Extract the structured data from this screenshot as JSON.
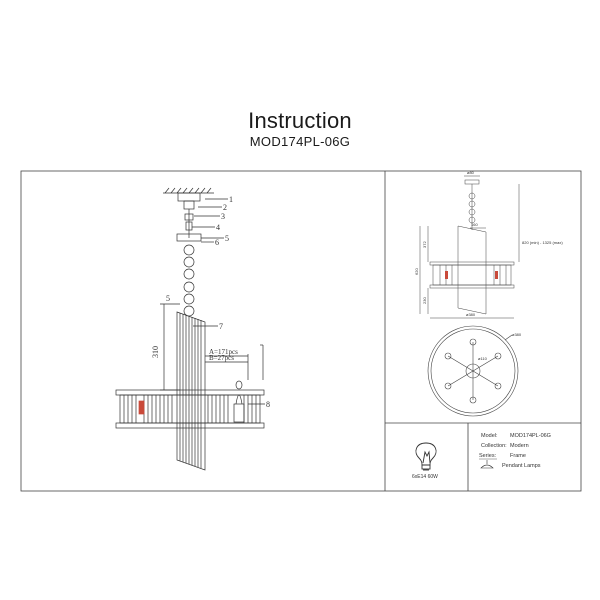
{
  "header": {
    "title": "Instruction",
    "model_code": "MOD174PL-06G"
  },
  "main_drawing": {
    "part_callouts": [
      "1",
      "2",
      "3",
      "4",
      "5",
      "6",
      "7",
      "8"
    ],
    "dim_height": "310",
    "dim_crystal_a": "A=171pcs",
    "dim_crystal_b": "B=27pcs"
  },
  "side_view": {
    "dim_top": "ø80",
    "dim_a": "160",
    "dim_b": "372",
    "dim_c": "620",
    "dim_d": "230",
    "dim_total": "820 (min) - 1325 (max)",
    "dim_diameter": "ø380"
  },
  "top_view": {
    "dim_outer": "ø380",
    "dim_inner": "ø110"
  },
  "bulb": {
    "label": "6xE14 60W"
  },
  "spec_table": {
    "model_label": "Model:",
    "model_value": "MOD174PL-06G",
    "collection_label": "Collection:",
    "collection_value": "Modern",
    "series_label": "Series:",
    "series_value": "Frame",
    "type_value": "Pendant Lamps"
  }
}
